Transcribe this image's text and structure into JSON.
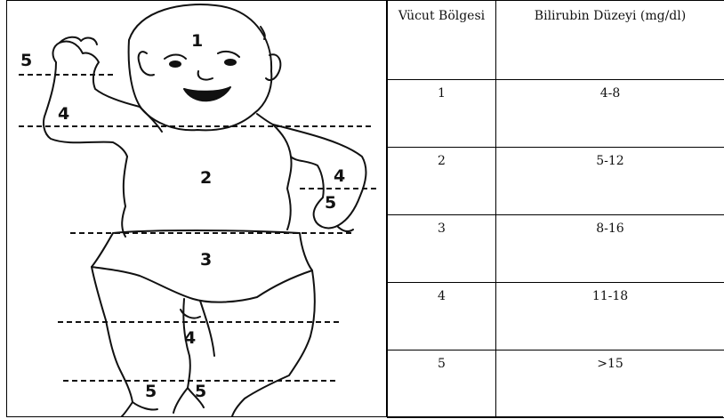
{
  "table": {
    "headers": {
      "region": "Vücut Bölgesi",
      "level": "Bilirubin Düzeyi (mg/dl)"
    },
    "rows": [
      {
        "region": "1",
        "level": "4-8"
      },
      {
        "region": "2",
        "level": "5-12"
      },
      {
        "region": "3",
        "level": "8-16"
      },
      {
        "region": "4",
        "level": "11-18"
      },
      {
        "region": "5",
        "level": ">15"
      }
    ]
  },
  "figure": {
    "zone_labels": {
      "head": "1",
      "trunk": "2",
      "lower_trunk": "3",
      "upper_arm": "4",
      "right_arm": "4",
      "leg": "4",
      "hand_left": "5",
      "hand_right": "5",
      "foot_left": "5",
      "foot_right": "5"
    }
  }
}
